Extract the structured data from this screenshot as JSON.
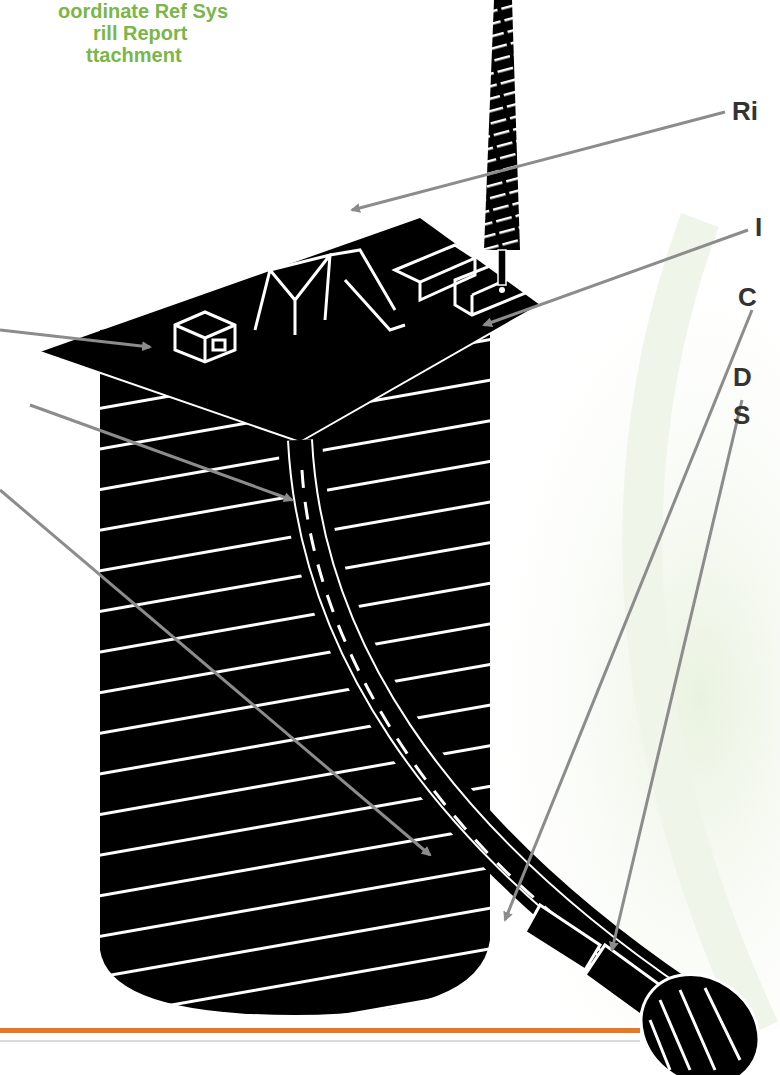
{
  "diagram": {
    "labels": [
      "oordinate Ref Sys",
      "rill Report",
      "ttachment",
      "Ri",
      "I",
      "C",
      "D",
      "S"
    ]
  }
}
